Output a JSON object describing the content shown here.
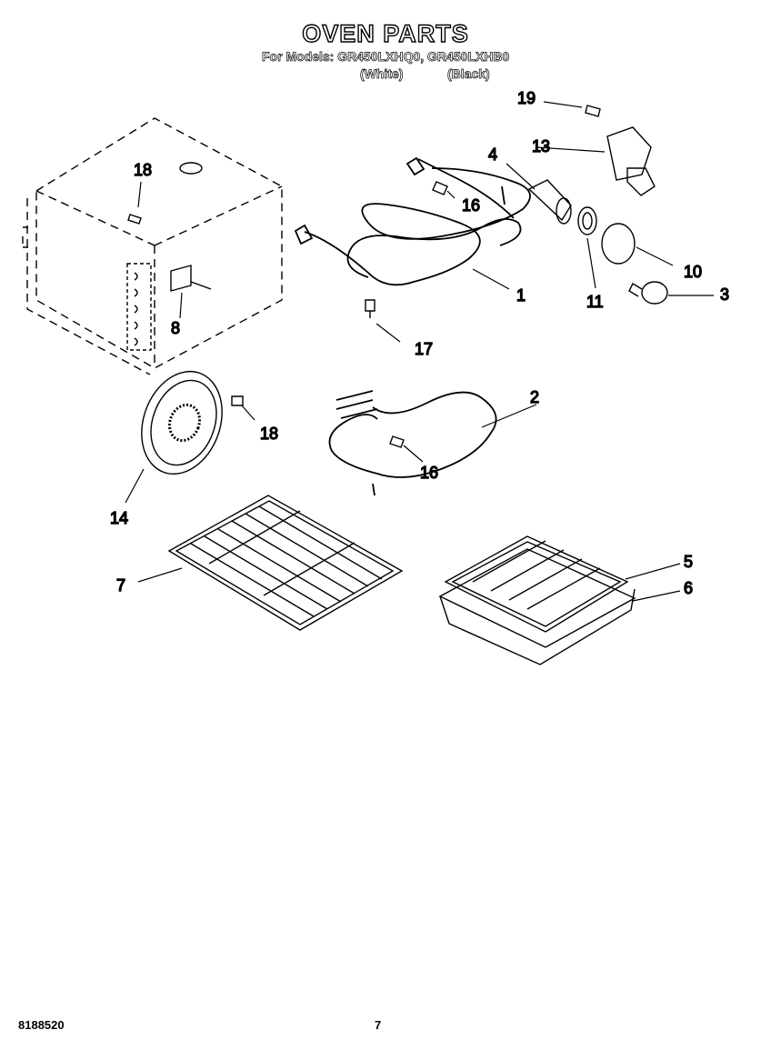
{
  "header": {
    "title": "OVEN PARTS",
    "models_line": "For Models: GR450LXHQ0, GR450LXHB0",
    "color_white": "(White)",
    "color_black": "(Black)"
  },
  "callouts": {
    "c1": "1",
    "c2": "2",
    "c3": "3",
    "c4": "4",
    "c5": "5",
    "c6": "6",
    "c7": "7",
    "c8": "8",
    "c10": "10",
    "c11": "11",
    "c13": "13",
    "c14": "14",
    "c16a": "16",
    "c16b": "16",
    "c17": "17",
    "c18a": "18",
    "c18b": "18",
    "c19": "19"
  },
  "footer": {
    "doc_number": "8188520",
    "page_number": "7"
  }
}
